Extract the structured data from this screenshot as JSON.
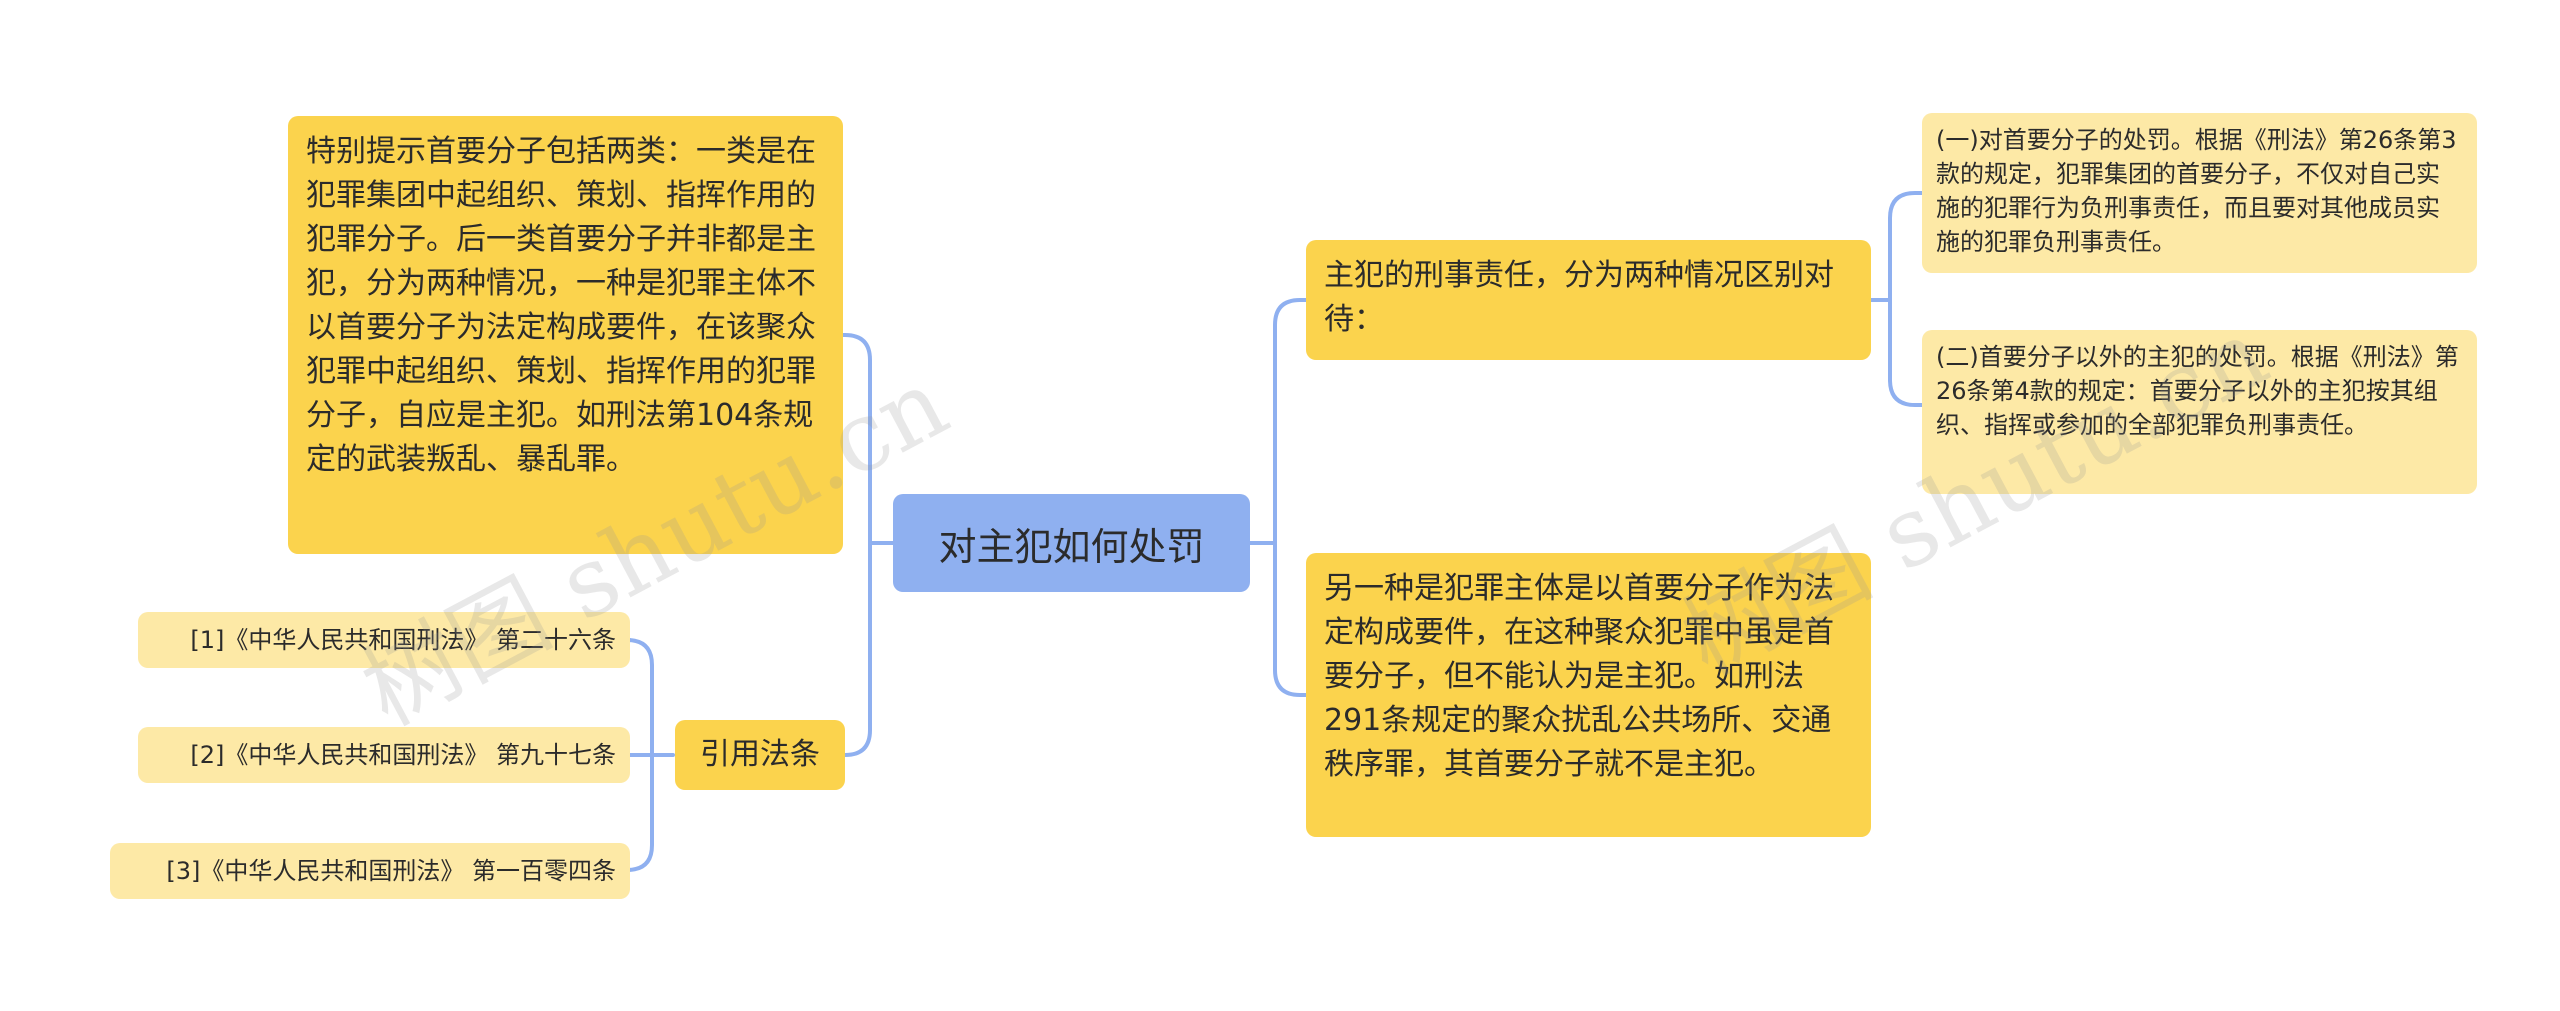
{
  "root": {
    "label": "对主犯如何处罚"
  },
  "left": {
    "note": "特别提示首要分子包括两类：一类是在犯罪集团中起组织、策划、指挥作用的犯罪分子。后一类首要分子并非都是主犯，分为两种情况，一种是犯罪主体不以首要分子为法定构成要件，在该聚众犯罪中起组织、策划、指挥作用的犯罪分子，自应是主犯。如刑法第104条规定的武装叛乱、暴乱罪。",
    "citations": {
      "label": "引用法条",
      "items": [
        "[1]《中华人民共和国刑法》 第二十六条",
        "[2]《中华人民共和国刑法》 第九十七条",
        "[3]《中华人民共和国刑法》 第一百零四条"
      ]
    }
  },
  "right": {
    "branch1": {
      "label": "主犯的刑事责任，分为两种情况区别对待：",
      "children": [
        "(一)对首要分子的处罚。根据《刑法》第26条第3款的规定，犯罪集团的首要分子，不仅对自己实施的犯罪行为负刑事责任，而且要对其他成员实施的犯罪负刑事责任。",
        "(二)首要分子以外的主犯的处罚。根据《刑法》第26条第4款的规定：首要分子以外的主犯按其组织、指挥或参加的全部犯罪负刑事责任。"
      ]
    },
    "branch2": {
      "label": "另一种是犯罪主体是以首要分子作为法定构成要件，在这种聚众犯罪中虽是首要分子，但不能认为是主犯。如刑法291条规定的聚众扰乱公共场所、交通秩序罪，其首要分子就不是主犯。"
    }
  },
  "watermarks": [
    "树图 shutu.cn",
    "树图 shutu.cn"
  ],
  "colors": {
    "root": "#8fb0f0",
    "level1": "#fbd34d",
    "level2": "#fde9a6",
    "connector": "#8fb0f0"
  }
}
